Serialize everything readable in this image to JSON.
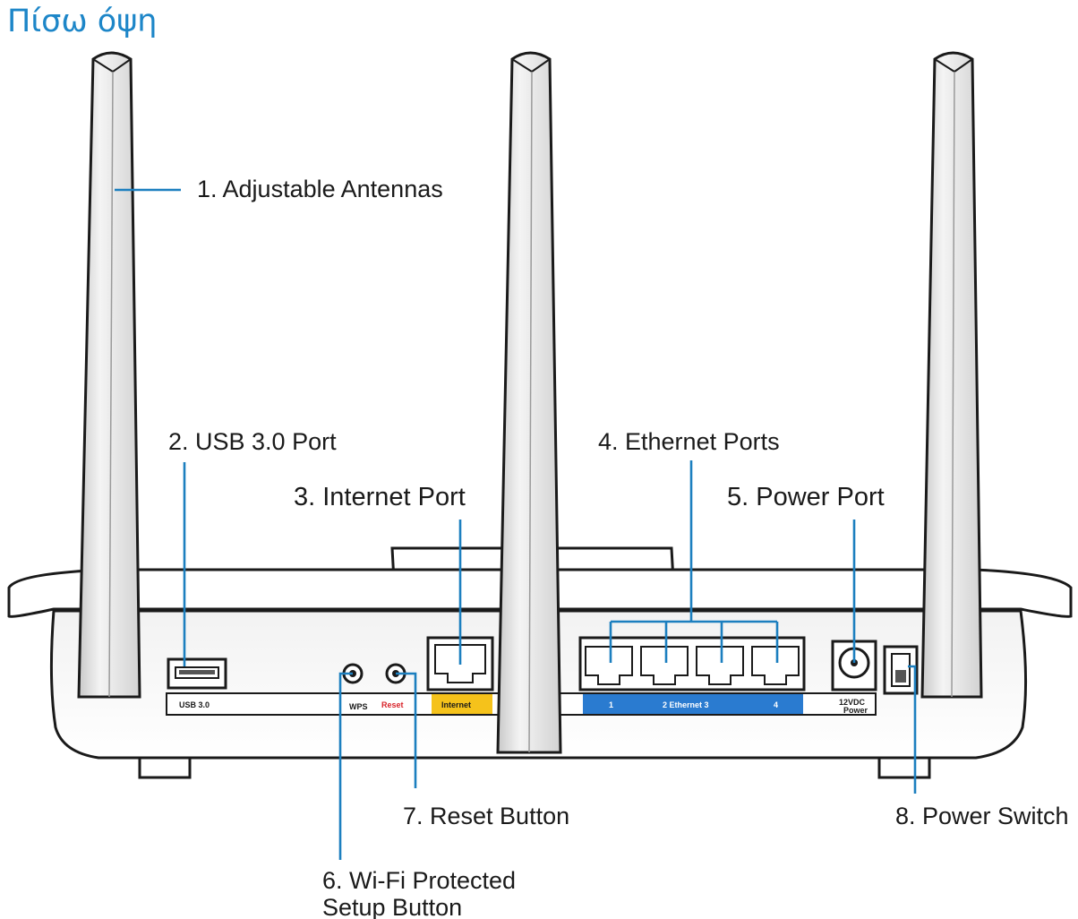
{
  "title": "Πίσω όψη",
  "callouts": {
    "antennas": "1. Adjustable Antennas",
    "usb": "2. USB 3.0 Port",
    "internet": "3. Internet Port",
    "ethernet": "4. Ethernet Ports",
    "power_port": "5. Power Port",
    "wps_line1": "6. Wi-Fi Protected",
    "wps_line2": "Setup Button",
    "reset": "7. Reset Button",
    "power_switch": "8. Power Switch"
  },
  "panel_labels": {
    "usb": "USB 3.0",
    "wps": "WPS",
    "reset": "Reset",
    "internet": "Internet",
    "eth1": "1",
    "eth_mid": "2  Ethernet  3",
    "eth4": "4",
    "power_top": "12VDC",
    "power_bottom": "Power"
  },
  "colors": {
    "title": "#1d86c8",
    "leader": "#1c7fbf",
    "internet_label_bg": "#f5c21b",
    "ethernet_label_bg": "#2a7bd0",
    "reset_text": "#d8232a"
  }
}
